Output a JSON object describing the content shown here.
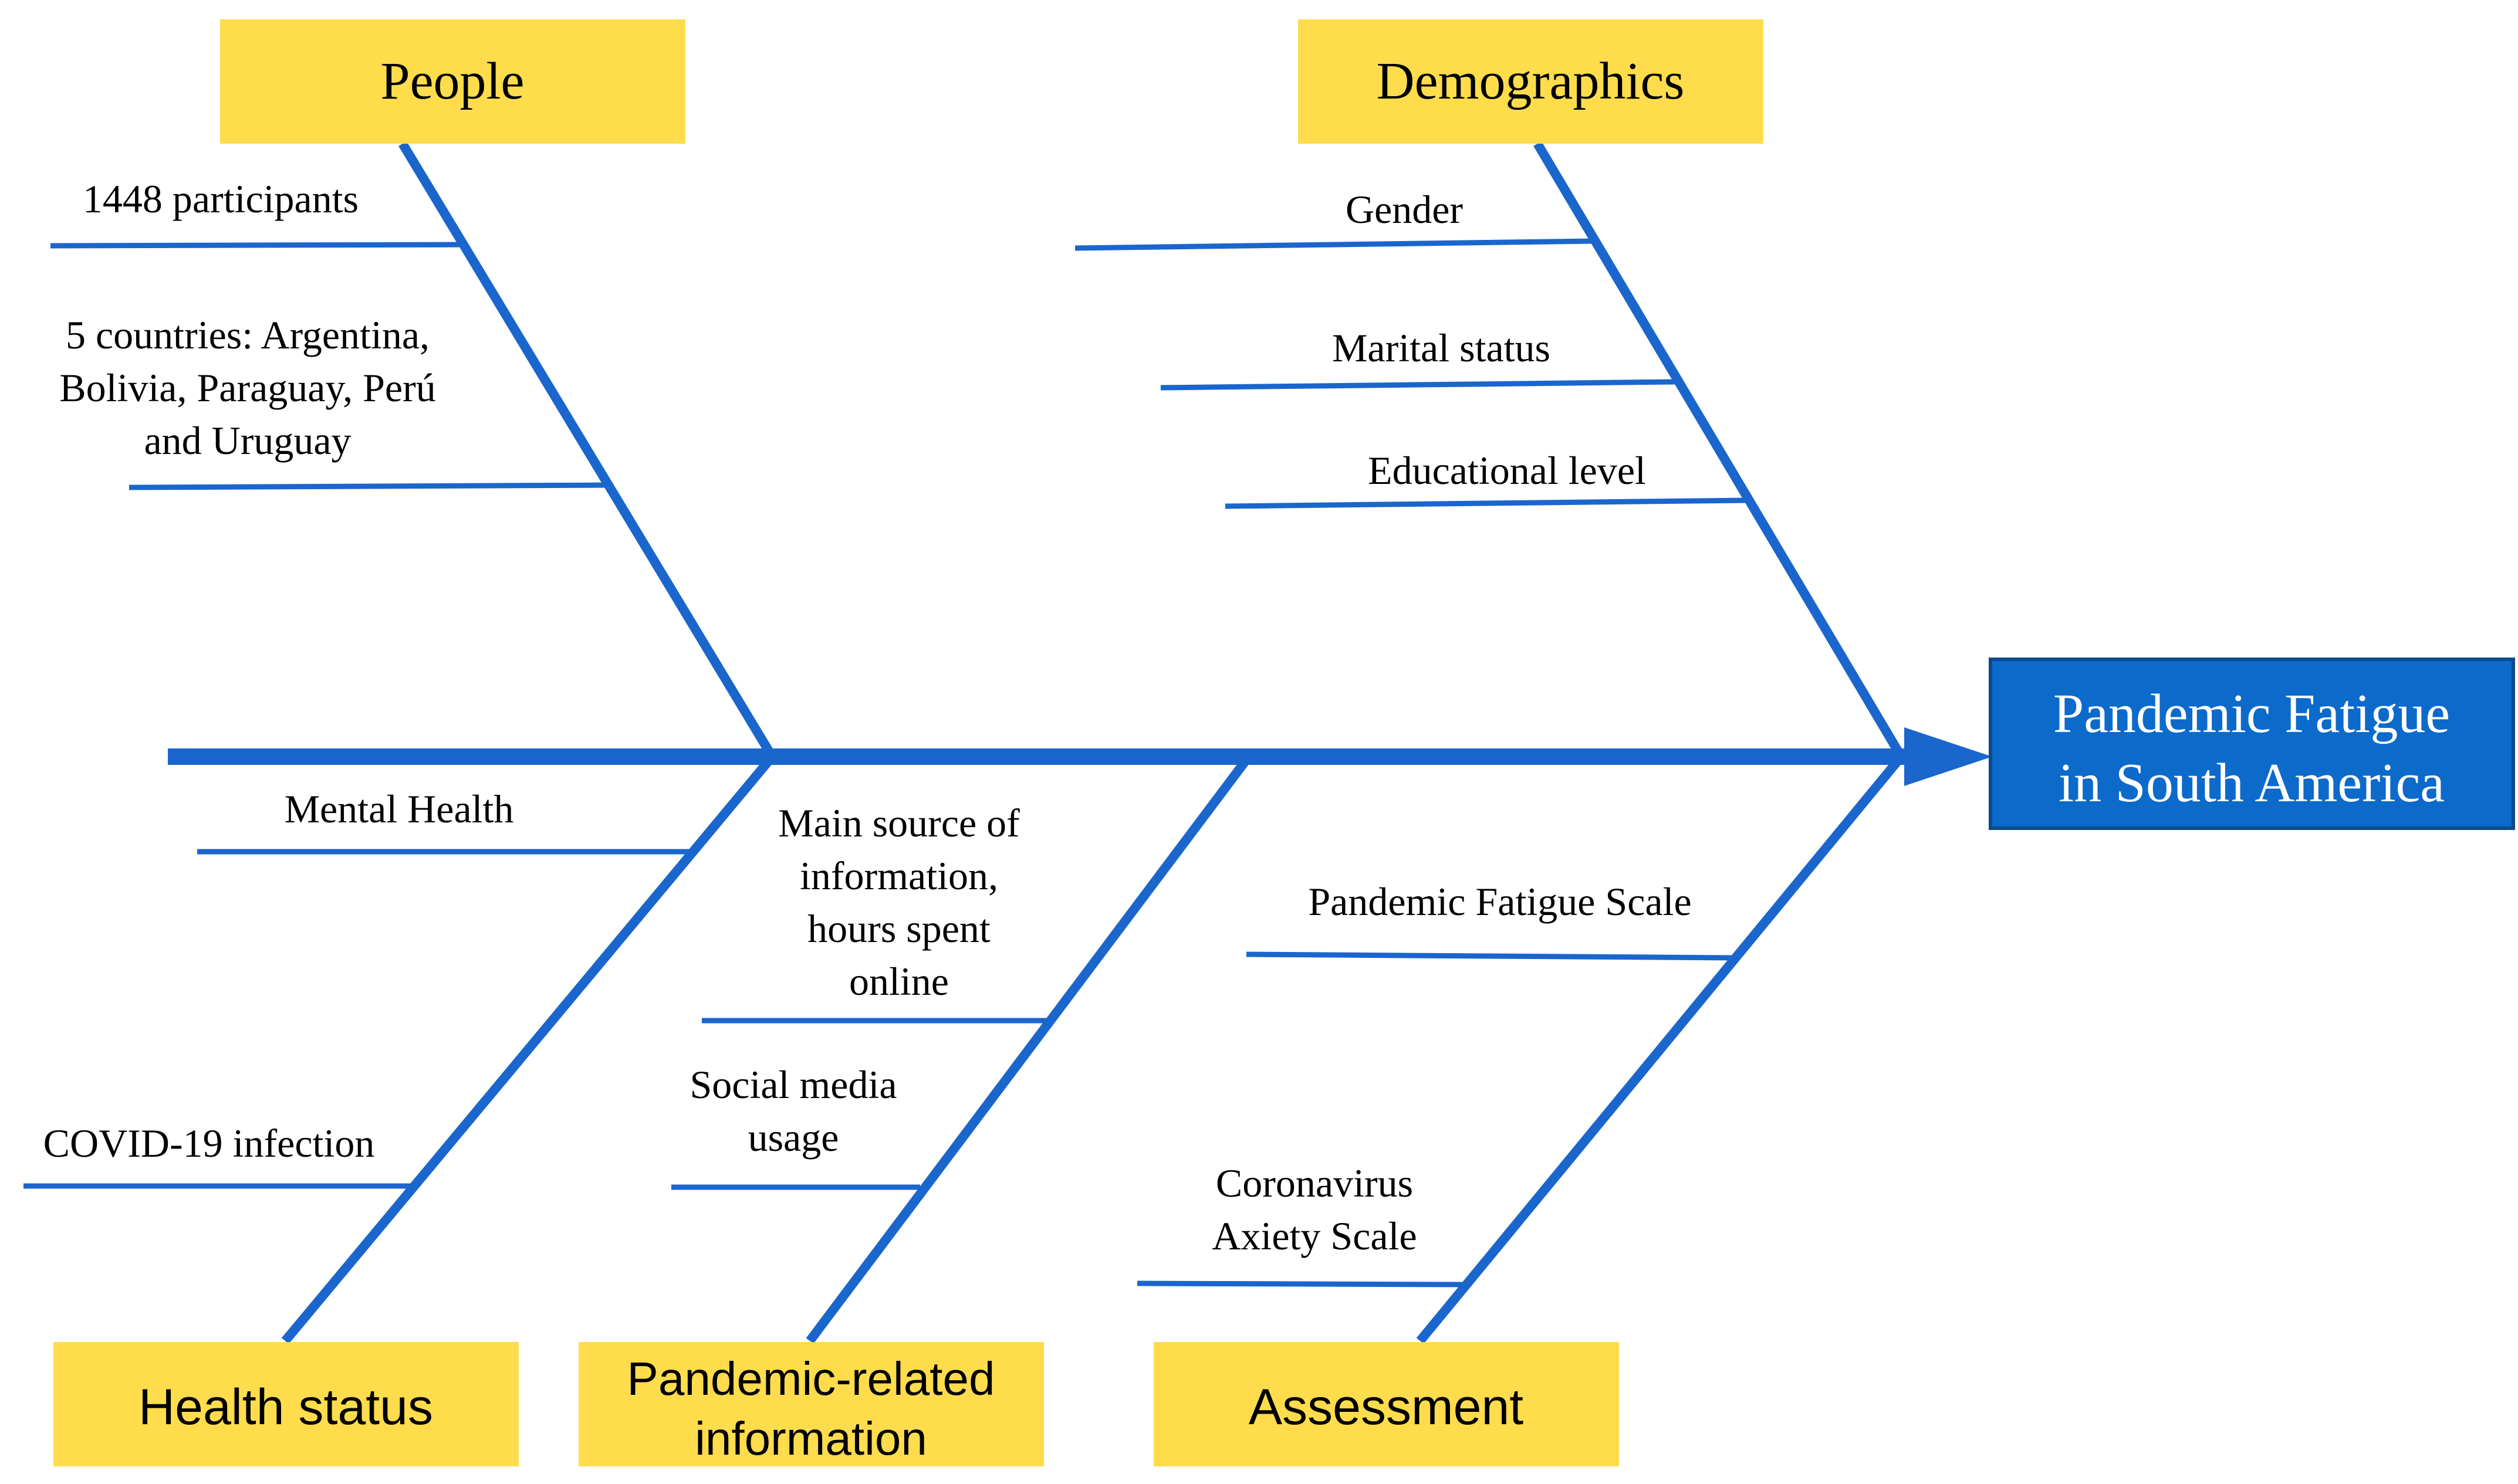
{
  "colors": {
    "line": "#1a66cc",
    "category_box": "#fedc4c",
    "effect_box": "#0c6acb",
    "effect_box_border": "#0a4a8f",
    "text": "#000000",
    "effect_text": "#ffffff"
  },
  "effect": {
    "line1": "Pandemic Fatigue",
    "line2": "in South America"
  },
  "categories": {
    "people": {
      "label": "People",
      "causes": {
        "participants": "1448 participants",
        "countries": {
          "line1": "5 countries: Argentina,",
          "line2": "Bolivia, Paraguay, Perú",
          "line3": "and Uruguay"
        }
      }
    },
    "demographics": {
      "label": "Demographics",
      "causes": {
        "gender": "Gender",
        "marital": "Marital status",
        "education": "Educational level"
      }
    },
    "health": {
      "label": "Health status",
      "causes": {
        "mental": "Mental Health",
        "covid": "COVID-19 infection"
      }
    },
    "pandemic_info": {
      "label_line1": "Pandemic-related",
      "label_line2": "information",
      "causes": {
        "source": {
          "line1": "Main source of",
          "line2": "information,",
          "line3": "hours spent",
          "line4": "online"
        },
        "social": {
          "line1": "Social media",
          "line2": "usage"
        }
      }
    },
    "assessment": {
      "label": "Assessment",
      "causes": {
        "fatigue_scale": "Pandemic Fatigue Scale",
        "anxiety_scale": {
          "line1": "Coronavirus",
          "line2": "Axiety Scale"
        }
      }
    }
  }
}
